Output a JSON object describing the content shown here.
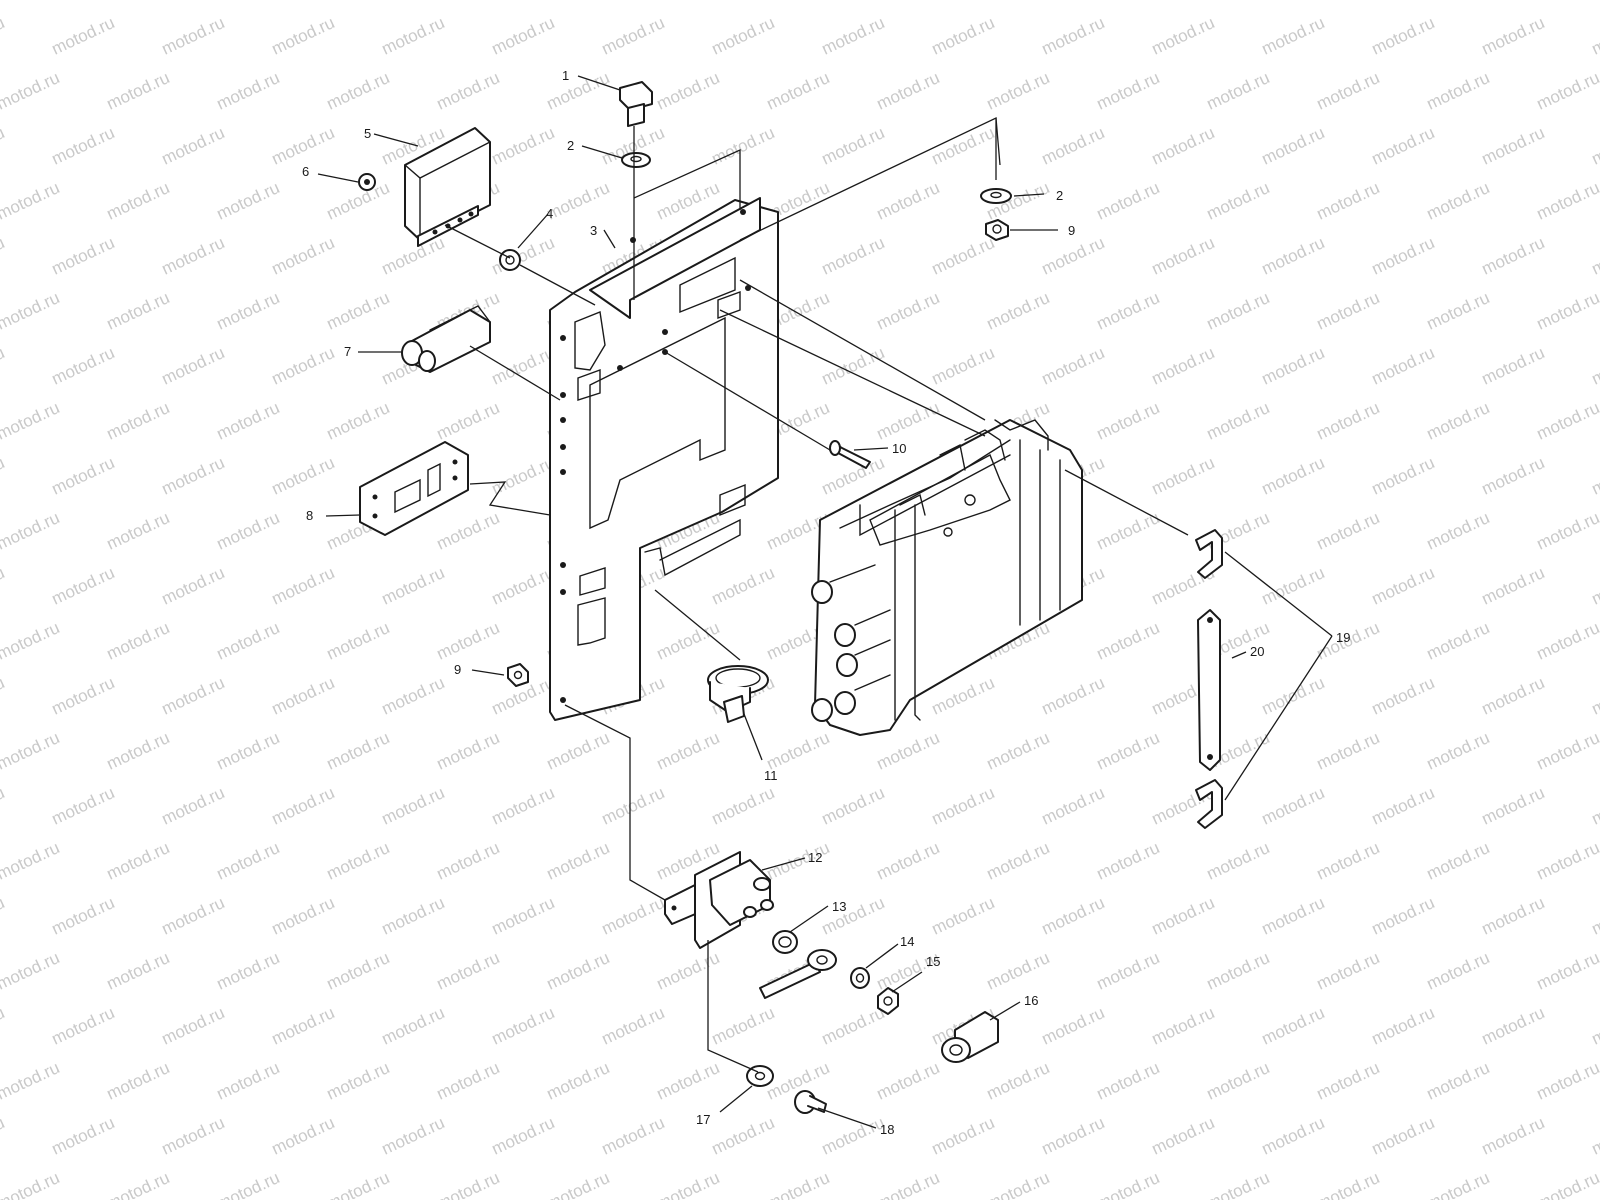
{
  "watermark": "motod.ru",
  "callouts": [
    "1",
    "2",
    "3",
    "4",
    "5",
    "6",
    "7",
    "8",
    "9",
    "10",
    "11",
    "12",
    "13",
    "14",
    "15",
    "16",
    "17",
    "18",
    "19",
    "20"
  ],
  "callout_2b": "2",
  "callout_9b": "9",
  "colors": {
    "ink": "#1a1a1a",
    "watermark": "#c9c9c9",
    "background": "#ffffff"
  }
}
